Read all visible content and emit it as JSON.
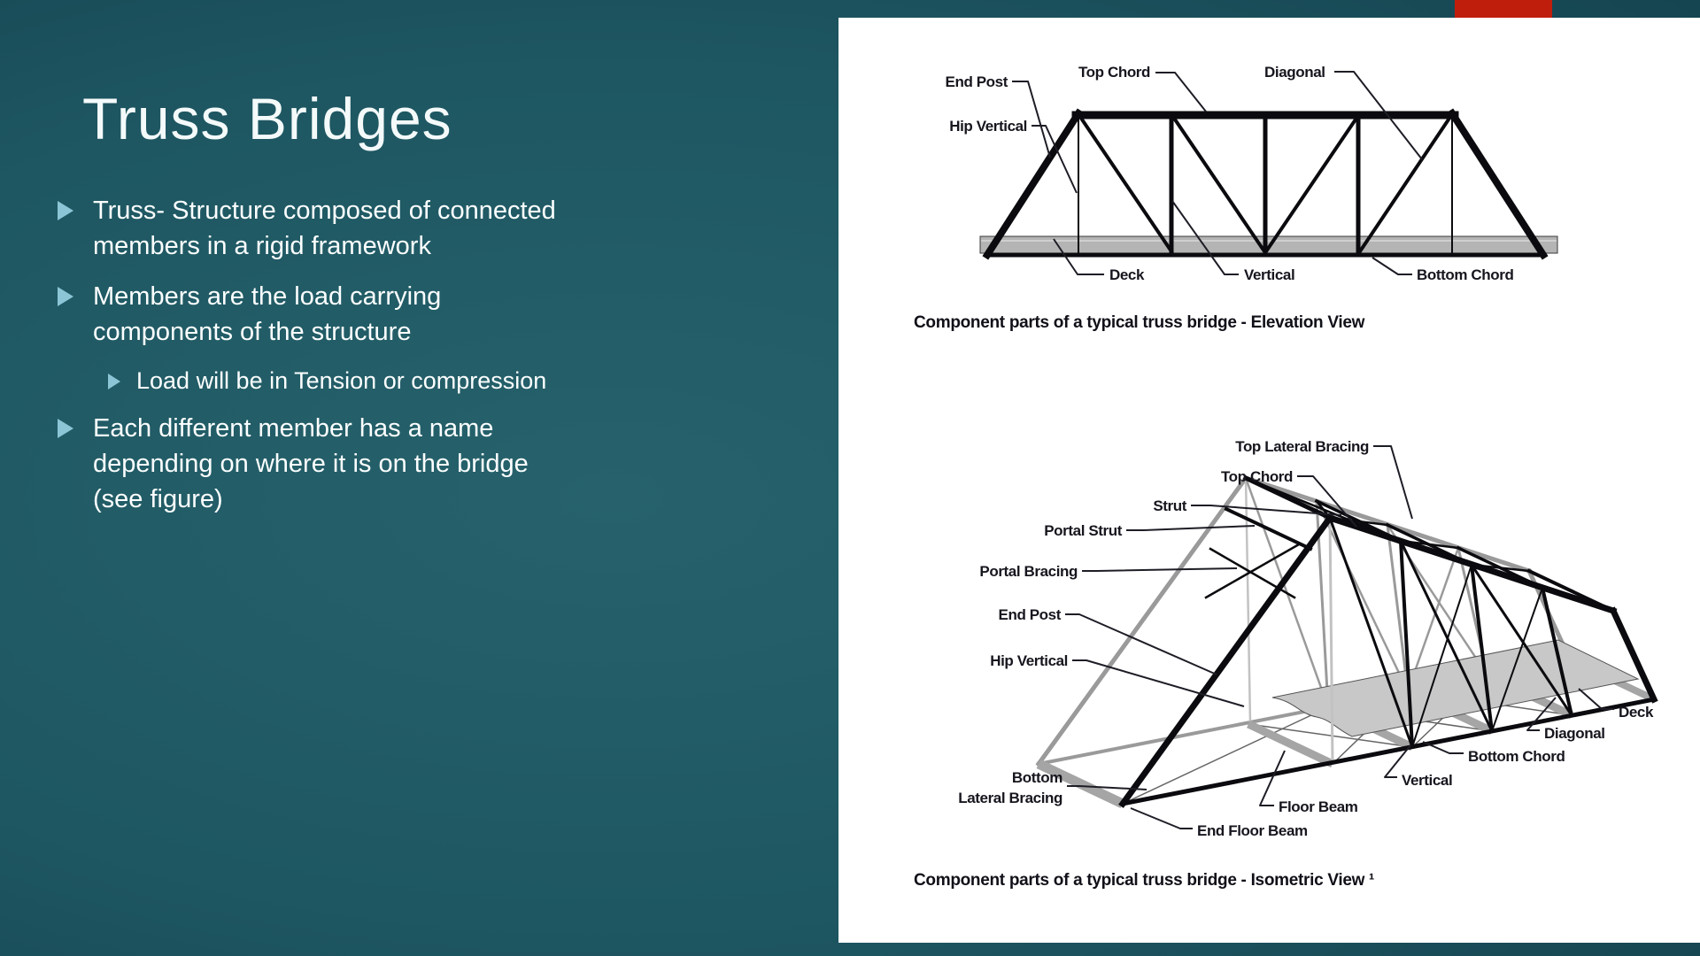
{
  "slide": {
    "title": "Truss Bridges",
    "bullets": [
      {
        "level": 1,
        "lines": [
          "Truss- Structure composed of connected",
          "members in a rigid framework"
        ]
      },
      {
        "level": 1,
        "lines": [
          "Members are the load carrying",
          "components of the structure"
        ]
      },
      {
        "level": 2,
        "lines": [
          "Load will be in Tension or compression"
        ]
      },
      {
        "level": 1,
        "lines": [
          "Each different member has a name",
          "depending on where it is on the bridge",
          "(see figure)"
        ]
      }
    ]
  },
  "figure": {
    "elevation": {
      "caption": "Component parts of a typical truss bridge - Elevation View",
      "labels": {
        "top_chord": "Top Chord",
        "diagonal": "Diagonal",
        "end_post": "End Post",
        "hip_vertical": "Hip Vertical",
        "deck": "Deck",
        "vertical": "Vertical",
        "bottom_chord": "Bottom Chord"
      }
    },
    "isometric": {
      "caption": "Component parts of a typical truss bridge - Isometric View ¹",
      "labels": {
        "top_lateral_bracing": "Top Lateral Bracing",
        "top_chord": "Top Chord",
        "strut": "Strut",
        "portal_strut": "Portal Strut",
        "portal_bracing": "Portal Bracing",
        "end_post": "End Post",
        "hip_vertical": "Hip Vertical",
        "bottom_lateral_line1": "Bottom",
        "bottom_lateral_line2": "Lateral Bracing",
        "end_floor_beam": "End Floor Beam",
        "floor_beam": "Floor Beam",
        "vertical": "Vertical",
        "bottom_chord": "Bottom Chord",
        "diagonal": "Diagonal",
        "deck": "Deck"
      }
    }
  },
  "colors": {
    "background_teal": "#1d5560",
    "background_dark": "#042430",
    "accent_red": "#c01e0c",
    "bullet_marker": "#8cc5d6",
    "panel_bg": "#ffffff",
    "diagram_ink": "#16161e"
  }
}
